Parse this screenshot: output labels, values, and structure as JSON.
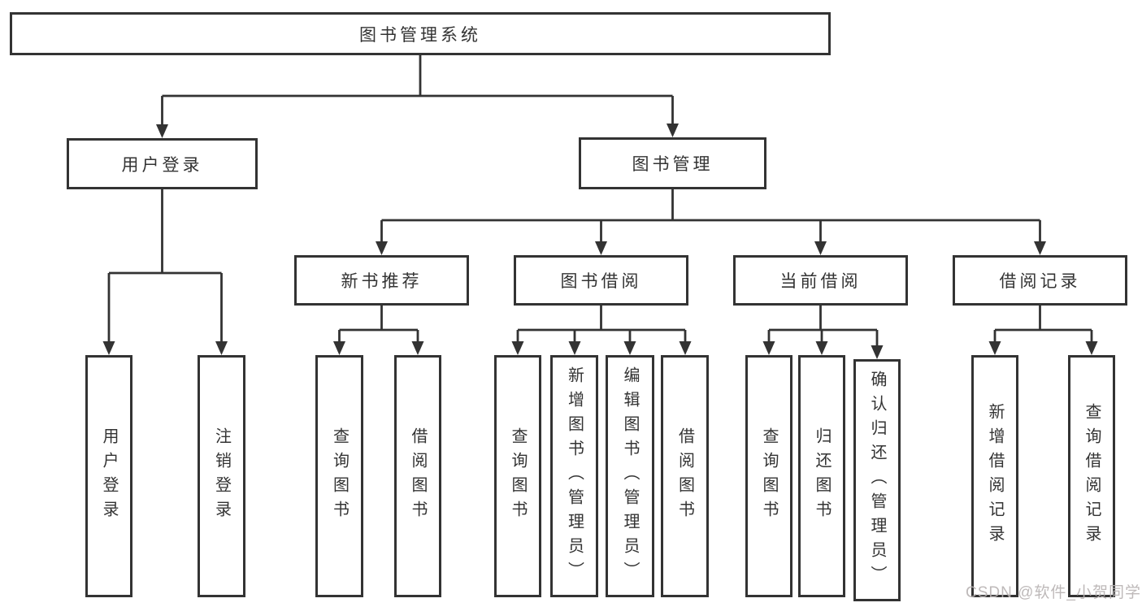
{
  "diagram": {
    "root": {
      "label": "图书管理系统"
    },
    "level2": {
      "user_login": {
        "label": "用户登录"
      },
      "book_mgmt": {
        "label": "图书管理"
      }
    },
    "level3": {
      "new_books": {
        "label": "新书推荐"
      },
      "book_borrow": {
        "label": "图书借阅"
      },
      "current_borrow": {
        "label": "当前借阅"
      },
      "borrow_records": {
        "label": "借阅记录"
      }
    },
    "leaves": {
      "user_login": [
        "用户登录",
        "注销登录"
      ],
      "new_books": [
        "查询图书",
        "借阅图书"
      ],
      "book_borrow": [
        "查询图书",
        "新增图书（管理员）",
        "编辑图书（管理员）",
        "借阅图书"
      ],
      "current_borrow": [
        "查询图书",
        "归还图书",
        "确认归还（管理员）"
      ],
      "borrow_records": [
        "新增借阅记录",
        "查询借阅记录"
      ]
    }
  },
  "watermark": {
    "text": "CSDN @软件_小贺同学"
  },
  "colors": {
    "line": "#333333",
    "box_border": "#333333",
    "text": "#333333",
    "watermark": "#b7b2b2",
    "background": "#ffffff"
  }
}
